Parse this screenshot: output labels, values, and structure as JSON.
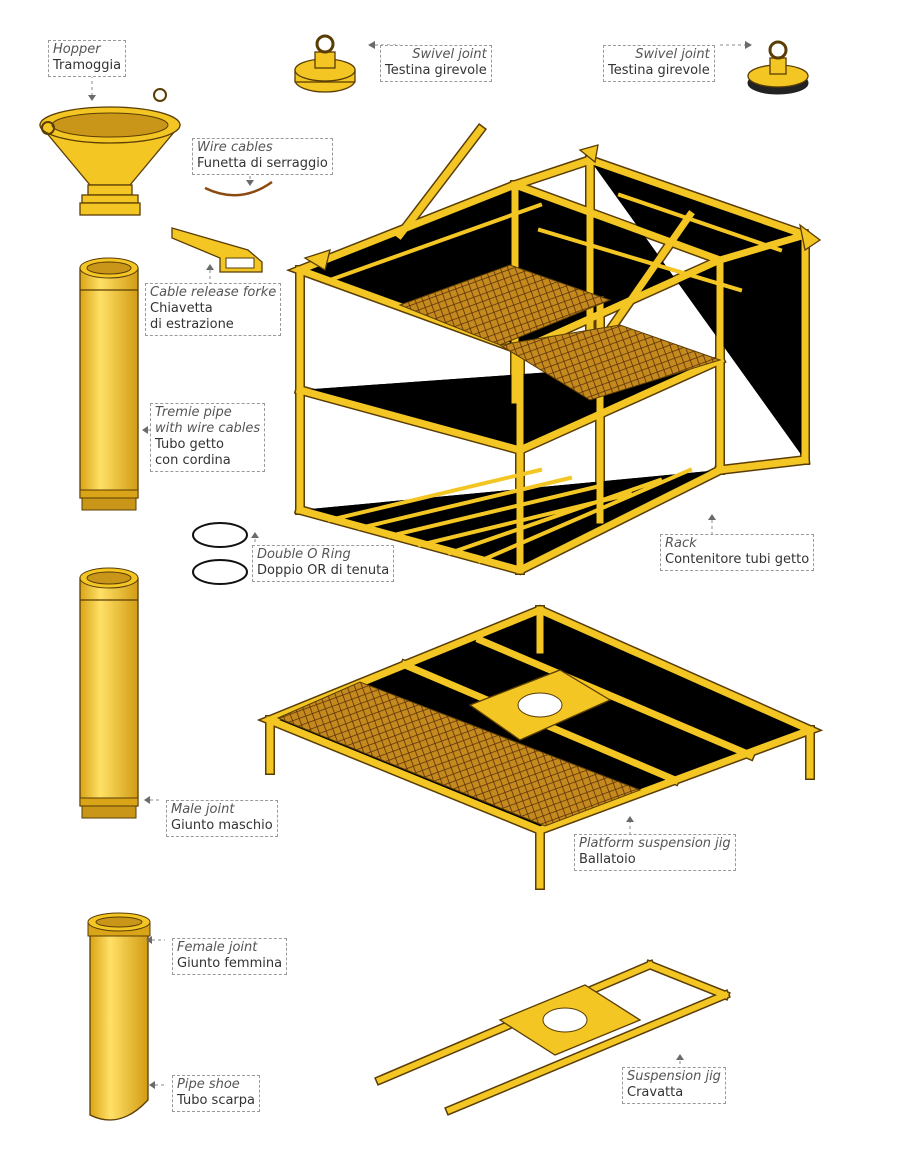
{
  "colors": {
    "steel": "#f3c623",
    "outline": "#5a3d05",
    "grating": "#8a4a12",
    "label_border": "#9a9a9a"
  },
  "labels": {
    "hopper": {
      "en": "Hopper",
      "it": "Tramoggia"
    },
    "swivel_left": {
      "en": "Swivel joint",
      "it": "Testina girevole"
    },
    "swivel_right": {
      "en": "Swivel joint",
      "it": "Testina girevole"
    },
    "wire_cables": {
      "en": "Wire cables",
      "it": "Funetta di serraggio"
    },
    "cable_release": {
      "en": "Cable release forke",
      "it": "Chiavetta",
      "it2": "di estrazione"
    },
    "tremie_pipe": {
      "en": "Tremie pipe",
      "en2": "with wire cables",
      "it": "Tubo getto",
      "it2": "con cordina"
    },
    "o_ring": {
      "en": "Double O Ring",
      "it": "Doppio OR di tenuta"
    },
    "rack": {
      "en": "Rack",
      "it": "Contenitore tubi getto"
    },
    "male_joint": {
      "en": "Male joint",
      "it": "Giunto maschio"
    },
    "platform": {
      "en": "Platform suspension jig",
      "it": "Ballatoio"
    },
    "female_joint": {
      "en": "Female joint",
      "it": "Giunto femmina"
    },
    "pipe_shoe": {
      "en": "Pipe shoe",
      "it": "Tubo scarpa"
    },
    "suspension": {
      "en": "Suspension jig",
      "it": "Cravatta"
    }
  }
}
